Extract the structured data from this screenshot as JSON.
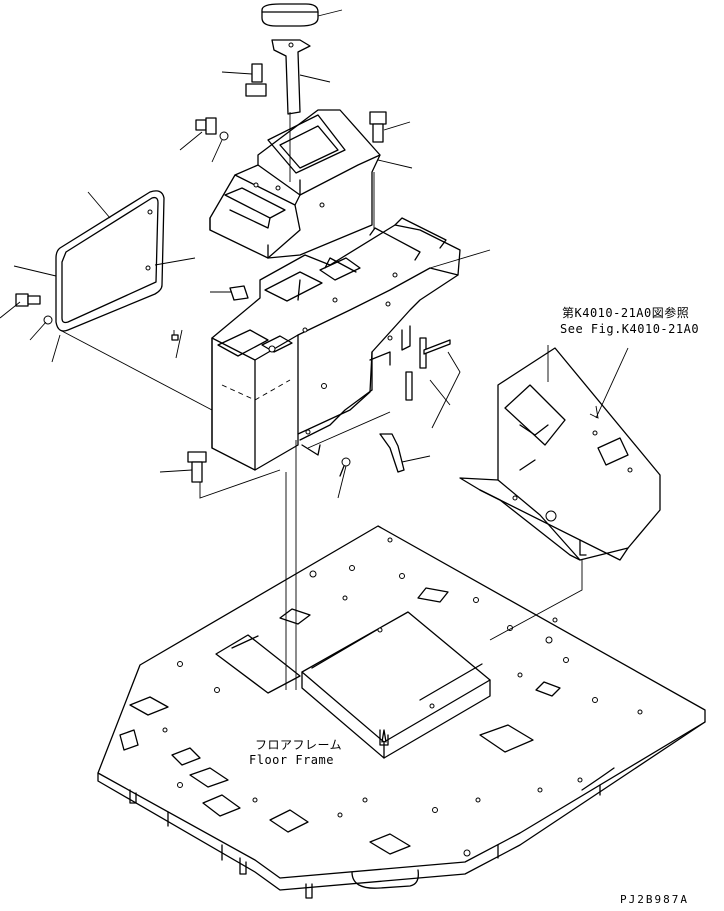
{
  "labels": {
    "reference_jp": "第K4010-21A0図参照",
    "reference_en": "See Fig.K4010-21A0",
    "floor_frame_jp": "フロアフレーム",
    "floor_frame_en": "Floor Frame",
    "drawing_number": "PJ2B987A"
  }
}
